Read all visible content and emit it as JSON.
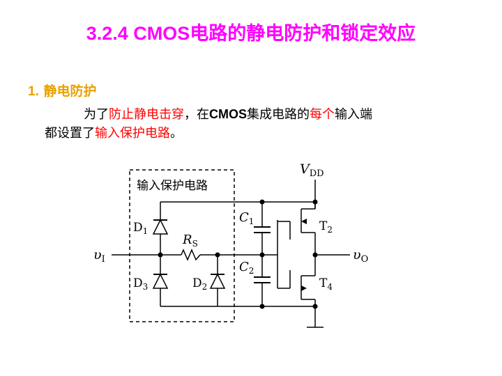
{
  "title": "3.2.4  CMOS电路的静电防护和锁定效应",
  "section": {
    "number": "1.",
    "label": "静电防护"
  },
  "paragraph": {
    "p1": "为了",
    "p2": "防止静电击穿",
    "p3": "，在",
    "p4": "CMOS",
    "p5": "集成电路的",
    "p6": "每个",
    "p7": "输入端",
    "p8": "都设置了",
    "p9": "输入保护电路",
    "p10": "。"
  },
  "circuit": {
    "box_label": "输入保护电路",
    "vdd": {
      "main": "V",
      "sub": "DD"
    },
    "vi": {
      "main": "υ",
      "sub": "I"
    },
    "vo": {
      "main": "υ",
      "sub": "O"
    },
    "d1": {
      "main": "D",
      "sub": "1"
    },
    "d2": {
      "main": "D",
      "sub": "2"
    },
    "d3": {
      "main": "D",
      "sub": "3"
    },
    "rs": {
      "main": "R",
      "sub": "S"
    },
    "c1": {
      "main": "C",
      "sub": "1"
    },
    "c2": {
      "main": "C",
      "sub": "2"
    },
    "t2": {
      "main": "T",
      "sub": "2"
    },
    "t4": {
      "main": "T",
      "sub": "4"
    }
  },
  "colors": {
    "title": "#ff00ff",
    "section": "#e8a100",
    "highlight": "#ff0000"
  }
}
